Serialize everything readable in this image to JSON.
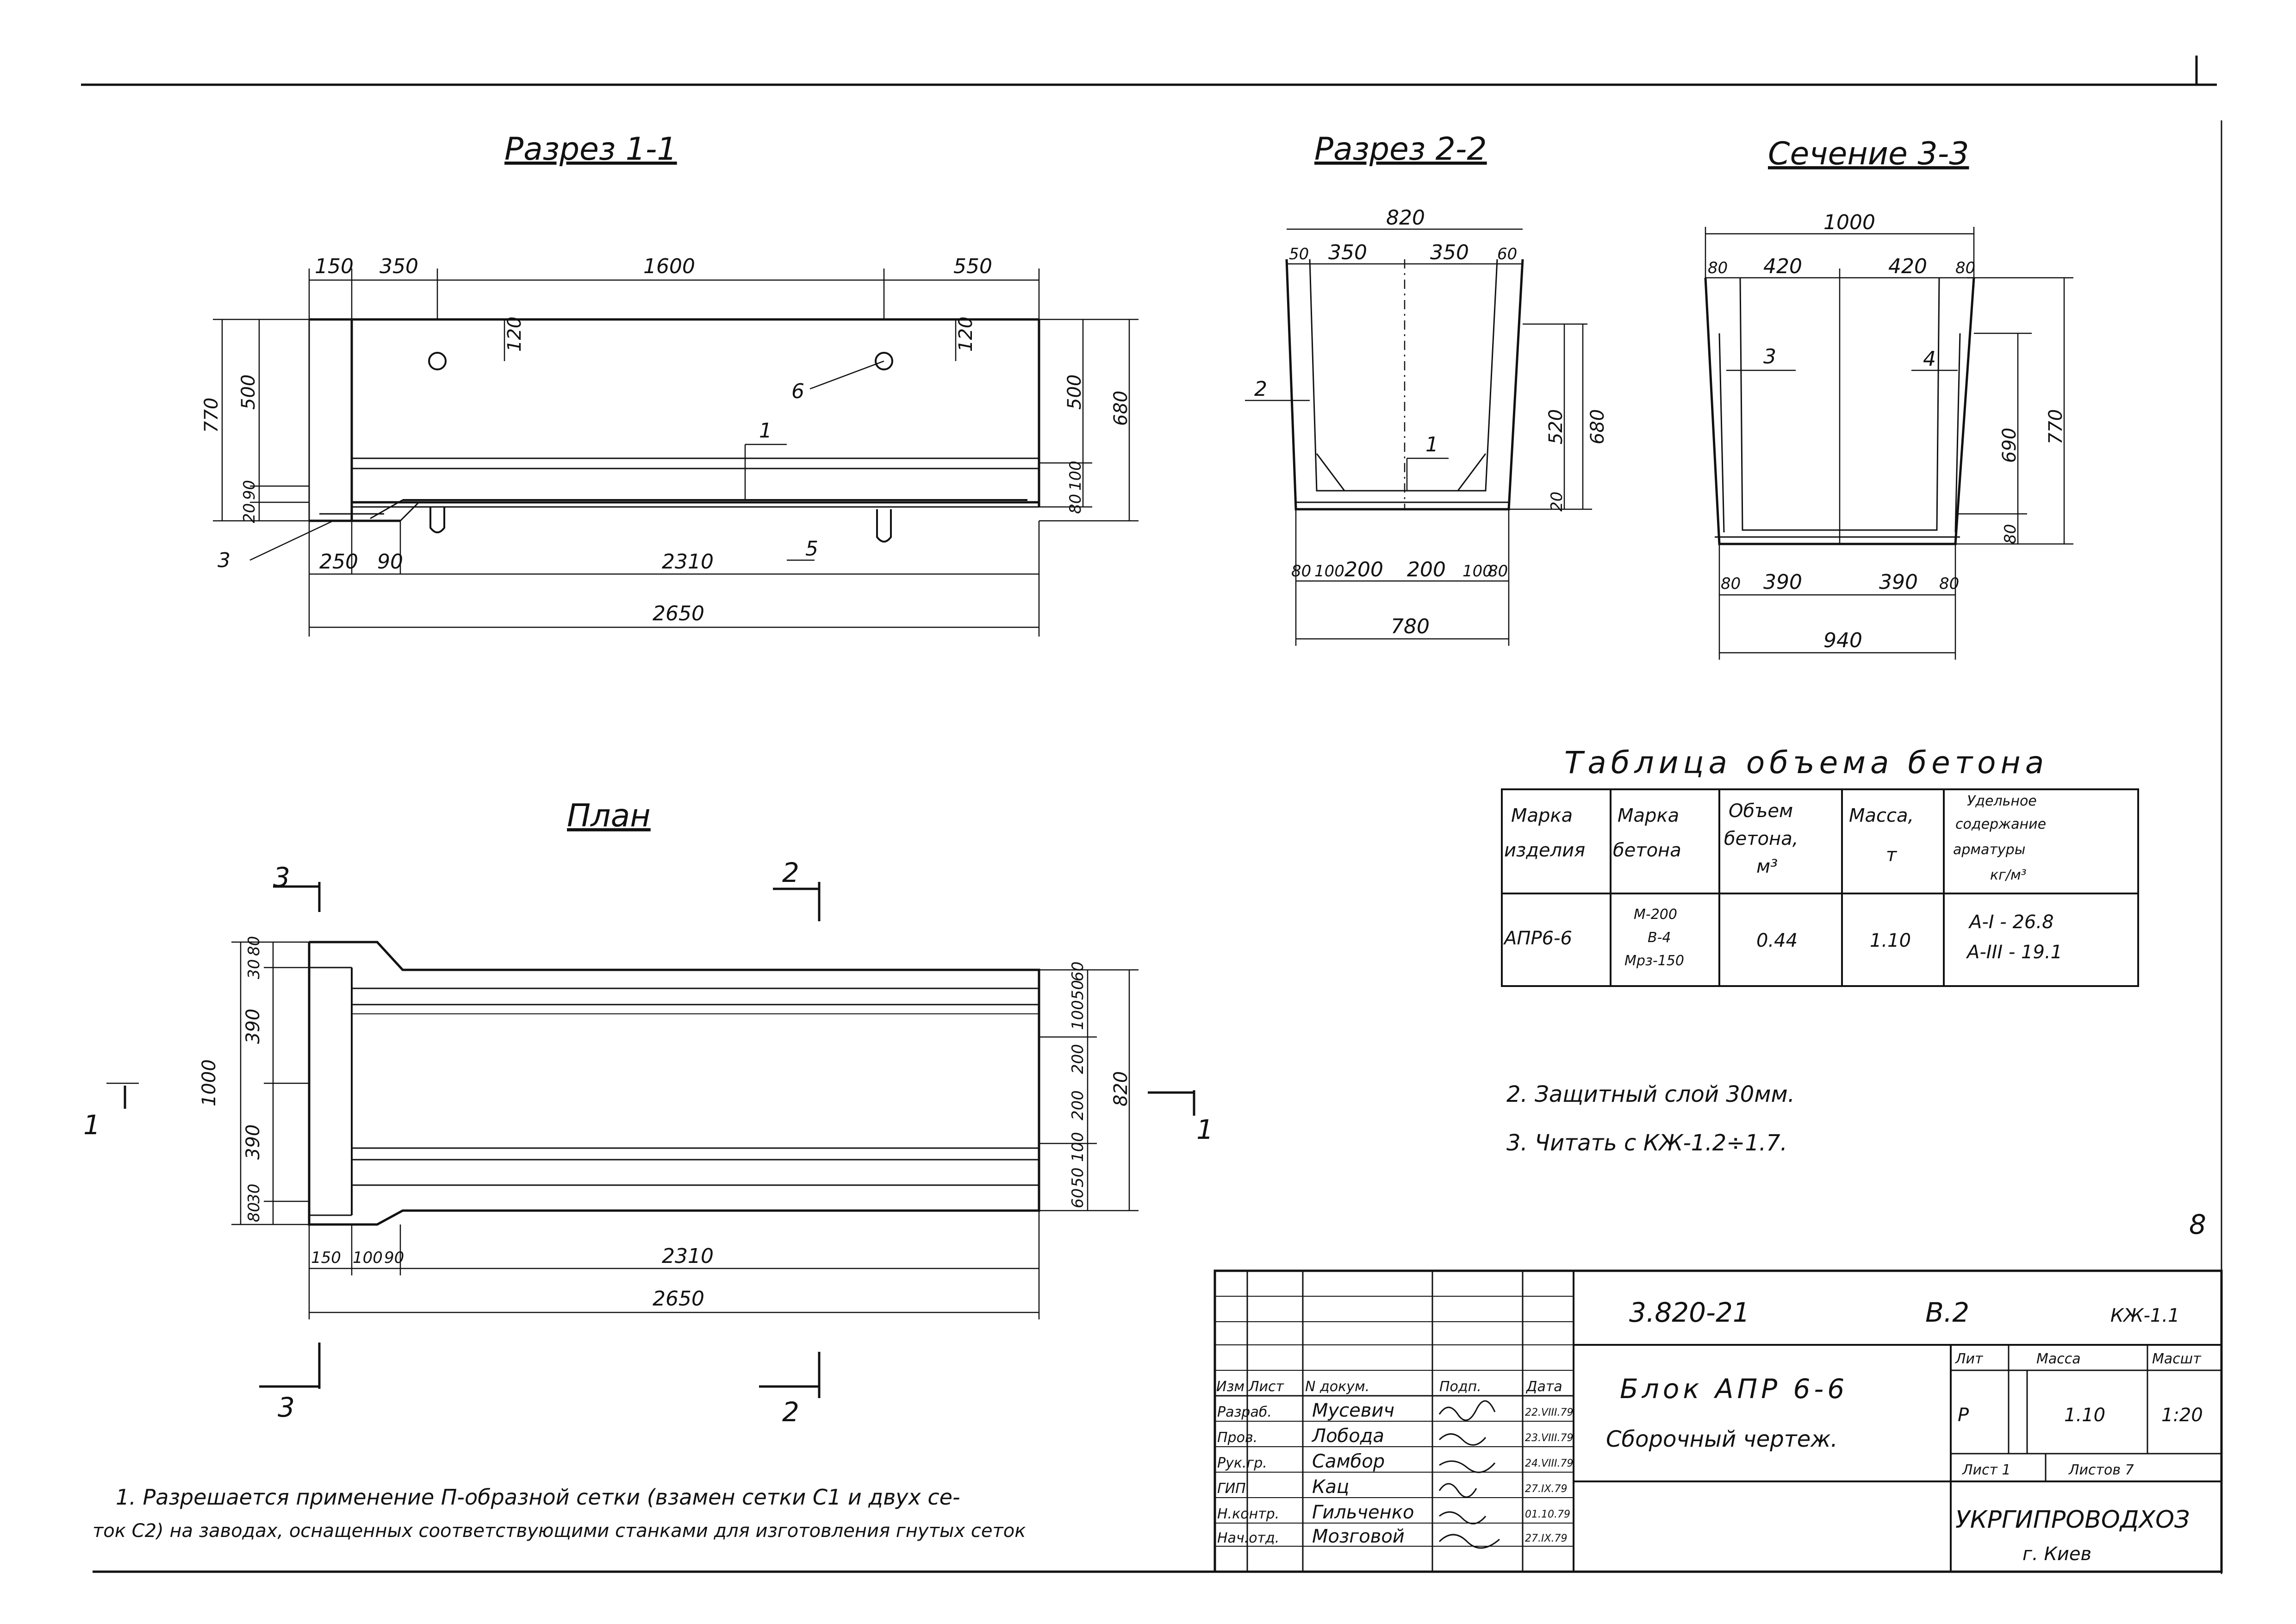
{
  "sections": {
    "s11": {
      "title": "Разрез 1-1",
      "dims": {
        "d150": "150",
        "d350": "350",
        "d1600": "1600",
        "d550": "550",
        "d120a": "120",
        "d120b": "120",
        "d770": "770",
        "d500": "500",
        "d90": "90",
        "d20": "20",
        "d500r": "500",
        "d100r": "100",
        "d80r": "80",
        "d680": "680",
        "d250": "250",
        "d90b": "90",
        "d2310": "2310",
        "d2650": "2650"
      },
      "callouts": {
        "c6": "6",
        "c1": "1",
        "c3": "3",
        "c5": "5"
      }
    },
    "s22": {
      "title": "Разрез 2-2",
      "dims": {
        "t820": "820",
        "t50": "50",
        "t350a": "350",
        "t350b": "350",
        "t60": "60",
        "r520": "520",
        "r680": "680",
        "r20": "20",
        "b80a": "80",
        "b100a": "100",
        "b200a": "200",
        "b200b": "200",
        "b100b": "100",
        "b80b": "80",
        "b780": "780"
      },
      "callouts": {
        "c2": "2",
        "c1": "1"
      }
    },
    "s33": {
      "title": "Сечение 3-3",
      "dims": {
        "t1000": "1000",
        "t80a": "80",
        "t420a": "420",
        "t420b": "420",
        "t80b": "80",
        "r690": "690",
        "r770": "770",
        "r80": "80",
        "b80a": "80",
        "b390a": "390",
        "b390b": "390",
        "b80b": "80",
        "b940": "940"
      },
      "callouts": {
        "c3": "3",
        "c4": "4"
      }
    },
    "plan": {
      "title": "План",
      "dims": {
        "l1000": "1000",
        "l390a": "390",
        "l390b": "390",
        "l30a": "30",
        "l80a": "80",
        "l30b": "30",
        "l80b": "80",
        "r820": "820",
        "r60a": "60",
        "r50a": "50",
        "r100a": "100",
        "r200a": "200",
        "r200b": "200",
        "r100b": "100",
        "r50b": "50",
        "r60b": "60",
        "b150": "150",
        "b100": "100",
        "b90": "90",
        "b2310": "2310",
        "b2650": "2650"
      },
      "markers": {
        "m3a": "3",
        "m2a": "2",
        "m1a": "1",
        "m1b": "1",
        "m3b": "3",
        "m2b": "2"
      }
    }
  },
  "concrete_table": {
    "title": "Таблица объема бетона",
    "headers": [
      "Марка изделия",
      "Марка бетона",
      "Объем бетона, м³",
      "Масса, т",
      "Удельное содержание арматуры кг/м³"
    ],
    "row": {
      "item": "АПР6-6",
      "grade1": "М-200",
      "grade2": "В-4",
      "grade3": "Мрз-150",
      "volume": "0.44",
      "mass": "1.10",
      "rebar1": "A-I - 26.8",
      "rebar2": "A-III - 19.1"
    }
  },
  "notes": {
    "n2": "2. Защитный слой 30мм.",
    "n3": "3. Читать с КЖ-1.2÷1.7.",
    "n1a": "1. Разрешается применение П-образной сетки (взамен сетки С1 и двух се-",
    "n1b": "ток С2) на заводах, оснащенных соответствующими станками для изготовления гнутых сеток"
  },
  "title_block": {
    "code": "3.820-21",
    "issue": "В.2",
    "sheet_code": "КЖ-1.1",
    "name1": "Блок АПР 6-6",
    "name2": "Сборочный чертеж.",
    "h_lit": "Лит",
    "h_mass": "Масса",
    "h_scale": "Масшт",
    "lit": "Р",
    "mass": "1.10",
    "scale": "1:20",
    "sheet": "Лист 1",
    "sheets": "Листов 7",
    "org": "УКРГИПРОВОДХОЗ",
    "city": "г. Киев",
    "hdr": {
      "izm": "Изм",
      "list": "Лист",
      "ndoc": "N докум.",
      "podp": "Подп.",
      "data": "Дата"
    },
    "rows": [
      {
        "role": "Разраб.",
        "name": "Мусевич",
        "date": "22.VIII.79"
      },
      {
        "role": "Пров.",
        "name": "Лобода",
        "date": "23.VIII.79"
      },
      {
        "role": "Рук.гр.",
        "name": "Самбор",
        "date": "24.VIII.79"
      },
      {
        "role": "ГИП",
        "name": "Кац",
        "date": "27.IX.79"
      },
      {
        "role": "Н.контр.",
        "name": "Гильченко",
        "date": "01.10.79"
      },
      {
        "role": "Нач.отд.",
        "name": "Мозговой",
        "date": "27.IX.79"
      }
    ]
  },
  "page_mark": "8"
}
